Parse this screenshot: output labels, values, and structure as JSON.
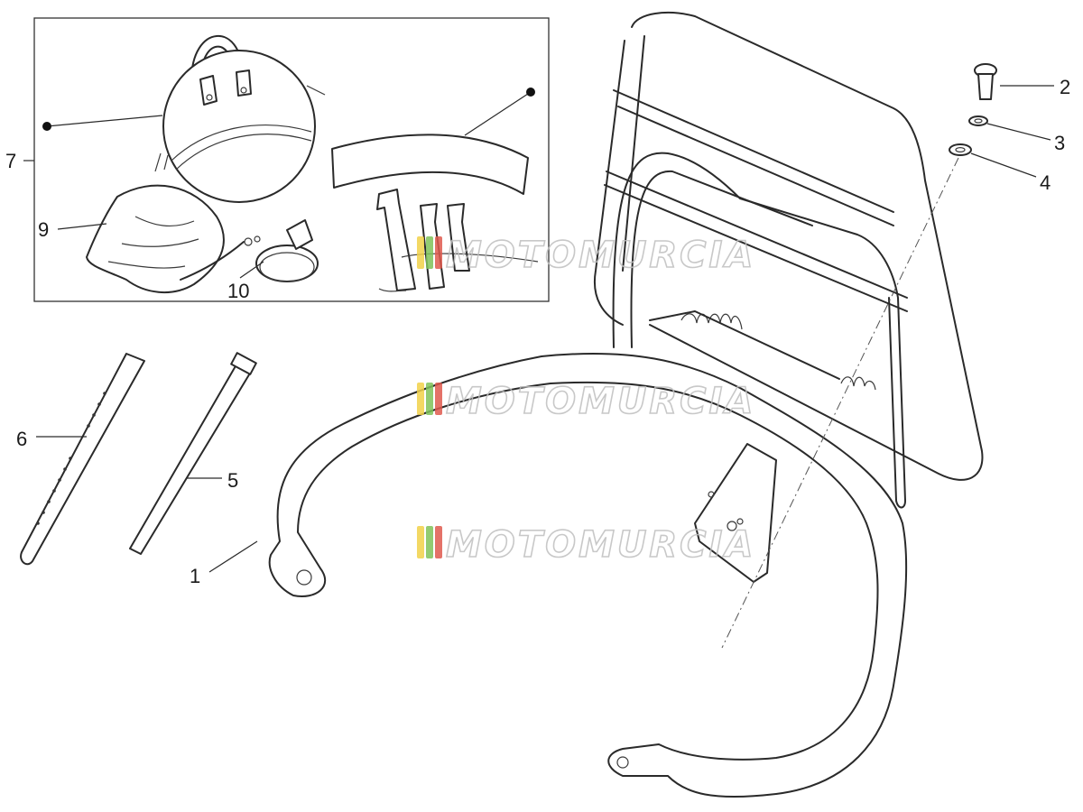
{
  "callouts": {
    "c1": "1",
    "c2": "2",
    "c3": "3",
    "c4": "4",
    "c5": "5",
    "c6": "6",
    "c7": "7",
    "c9": "9",
    "c10": "10"
  },
  "watermark": {
    "text": "MOTOMURCIA",
    "colors": [
      "#f2d24a",
      "#7fc35a",
      "#e05a4e"
    ]
  }
}
